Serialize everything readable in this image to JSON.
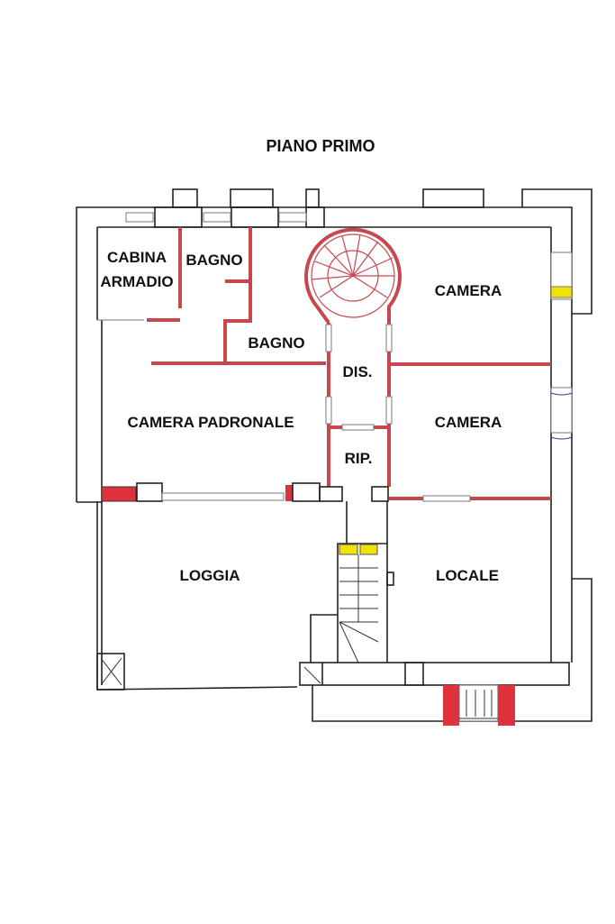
{
  "title": "PIANO PRIMO",
  "rooms": {
    "cabina_armadio_line1": "CABINA",
    "cabina_armadio_line2": "ARMADIO",
    "bagno_1": "BAGNO",
    "bagno_2": "BAGNO",
    "dis": "DIS.",
    "camera_1": "CAMERA",
    "camera_padronale": "CAMERA PADRONALE",
    "camera_2": "CAMERA",
    "rip": "RIP.",
    "loggia": "LOGGIA",
    "locale": "LOCALE"
  },
  "colors": {
    "wall_new": "#c8474f",
    "wall_fill": "#e0323c",
    "highlight": "#f2e200"
  }
}
